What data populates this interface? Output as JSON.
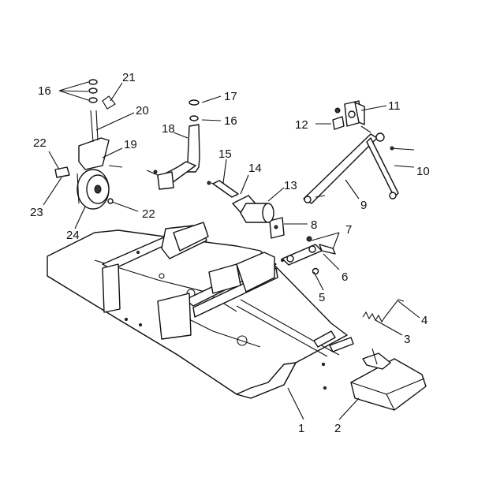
{
  "callouts": {
    "c1": "1",
    "c2": "2",
    "c3": "3",
    "c4": "4",
    "c5": "5",
    "c6": "6",
    "c7": "7",
    "c8": "8",
    "c9": "9",
    "c10": "10",
    "c11": "11",
    "c12": "12",
    "c13": "13",
    "c14": "14",
    "c15": "15",
    "c16a": "16",
    "c16b": "16",
    "c17": "17",
    "c18": "18",
    "c19": "19",
    "c20": "20",
    "c21": "21",
    "c22a": "22",
    "c22b": "22",
    "c23": "23",
    "c24": "24"
  }
}
